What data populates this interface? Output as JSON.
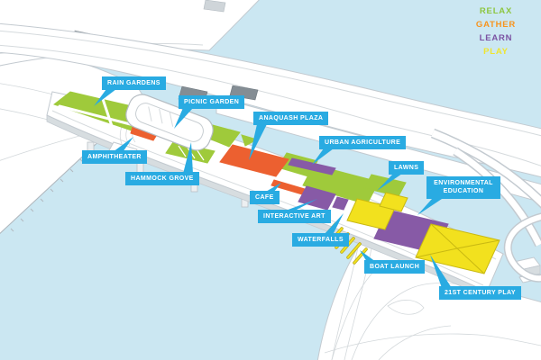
{
  "legend": {
    "items": [
      {
        "id": "relax",
        "label": "RELAX",
        "color": "#8dc63f"
      },
      {
        "id": "gather",
        "label": "GATHER",
        "color": "#f7941e"
      },
      {
        "id": "learn",
        "label": "LEARN",
        "color": "#7b52a2"
      },
      {
        "id": "play",
        "label": "PLAY",
        "color": "#efe52f"
      }
    ]
  },
  "labels": {
    "rain_gardens": "RAIN GARDENS",
    "picnic_garden": "PICNIC GARDEN",
    "anaquash_plaza": "ANAQUASH PLAZA",
    "urban_agriculture": "URBAN AGRICULTURE",
    "lawns": "LAWNS",
    "environmental_education": "ENVIRONMENTAL EDUCATION",
    "amphitheater": "AMPHITHEATER",
    "hammock_grove": "HAMMOCK GROVE",
    "cafe": "CAFE",
    "interactive_art": "INTERACTIVE ART",
    "waterfalls": "WATERFALLS",
    "boat_launch": "BOAT LAUNCH",
    "play_21st_century": "21ST CENTURY PLAY"
  },
  "colors": {
    "water": "#cbe7f2",
    "label_bg": "#29abe2",
    "label_text": "#ffffff",
    "relax_green": "#9fca3b",
    "gather_orange": "#ec6030",
    "learn_purple": "#875aa6",
    "play_yellow": "#f2e11e",
    "play_yellow_line": "#c9b912"
  }
}
